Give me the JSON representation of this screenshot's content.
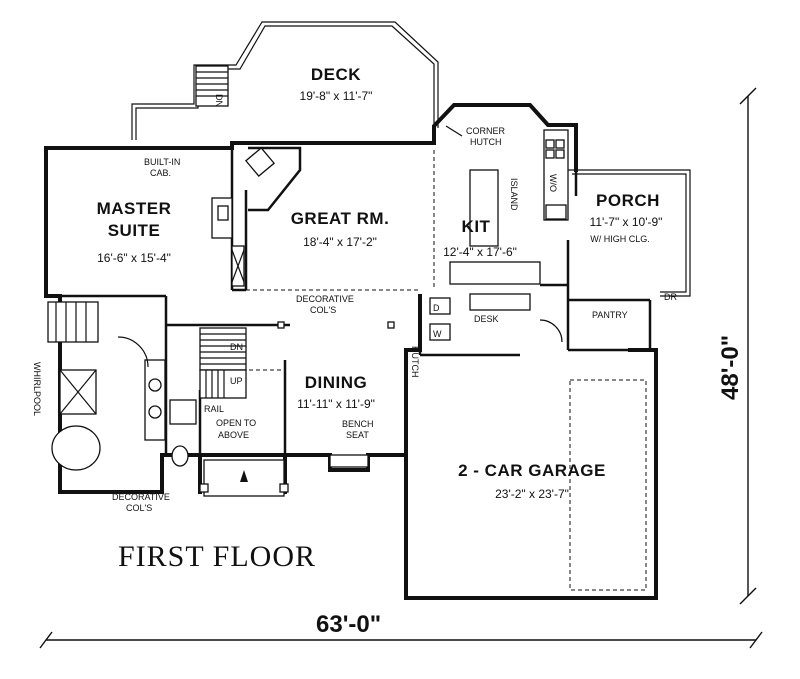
{
  "plan_title": "FIRST FLOOR",
  "overall_width": "63'-0\"",
  "overall_depth": "48'-0\"",
  "rooms": {
    "deck": {
      "name": "DECK",
      "size": "19'-8\" x 11'-7\""
    },
    "master": {
      "name_line1": "MASTER",
      "name_line2": "SUITE",
      "size": "16'-6\" x 15'-4\""
    },
    "great": {
      "name": "GREAT RM.",
      "size": "18'-4\" x 17'-2\""
    },
    "kitchen": {
      "name": "KIT",
      "size": "12'-4\" x 17'-6\""
    },
    "porch": {
      "name": "PORCH",
      "size": "11'-7\" x 10'-9\"",
      "note": "W/ HIGH CLG."
    },
    "dining": {
      "name": "DINING",
      "size": "11'-11\" x 11'-9\""
    },
    "garage": {
      "name": "2 - CAR GARAGE",
      "size": "23'-2\" x 23'-7\""
    }
  },
  "labels": {
    "built_in_1": "BUILT-IN",
    "built_in_2": "CAB.",
    "corner_hutch_1": "CORNER",
    "corner_hutch_2": "HUTCH",
    "island": "ISLAND",
    "wo": "W/O",
    "desk": "DESK",
    "pantry": "PANTRY",
    "dr": "DR",
    "decorative_top_1": "DECORATIVE",
    "decorative_top_2": "COL'S",
    "hutch": "HUTCH",
    "dn": "DN",
    "up": "UP",
    "rail": "RAIL",
    "open_above_1": "OPEN TO",
    "open_above_2": "ABOVE",
    "bench_1": "BENCH",
    "bench_2": "SEAT",
    "whirlpool": "WHIRLPOOL",
    "decorative_bot_1": "DECORATIVE",
    "decorative_bot_2": "COL'S",
    "deck_dn": "DN"
  }
}
